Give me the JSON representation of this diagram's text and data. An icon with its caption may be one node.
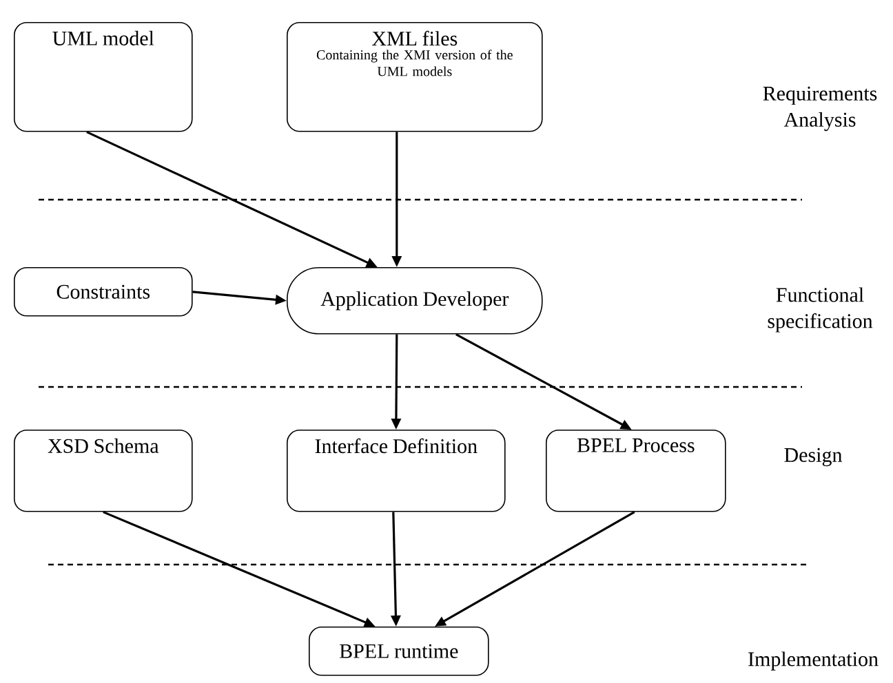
{
  "diagram": {
    "nodes": [
      {
        "text": [
          "UML model"
        ]
      },
      {
        "text": [
          "XML files",
          "Containing the XMI version of the UML models"
        ]
      },
      {
        "text": [
          "Constraints"
        ]
      },
      {
        "text": [
          "Application Developer"
        ]
      },
      {
        "text": [
          "XSD Schema"
        ]
      },
      {
        "text": [
          "Interface Definition"
        ]
      },
      {
        "text": [
          "BPEL Process"
        ]
      },
      {
        "text": [
          "BPEL runtime"
        ]
      }
    ],
    "edges": [
      {
        "from": 0,
        "to": 3,
        "arrow": "to"
      },
      {
        "from": 1,
        "to": 3,
        "arrow": "to"
      },
      {
        "from": 2,
        "to": 3,
        "arrow": "to"
      },
      {
        "from": 3,
        "to": 5,
        "arrow": "to"
      },
      {
        "from": 3,
        "to": 6,
        "arrow": "to"
      },
      {
        "from": 4,
        "to": 7,
        "arrow": "to"
      },
      {
        "from": 5,
        "to": 7,
        "arrow": "to"
      },
      {
        "from": 6,
        "to": 7,
        "arrow": "to"
      }
    ],
    "labels": [
      "Requirements Analysis",
      "Functional specification",
      "Design",
      "Implementation"
    ]
  }
}
